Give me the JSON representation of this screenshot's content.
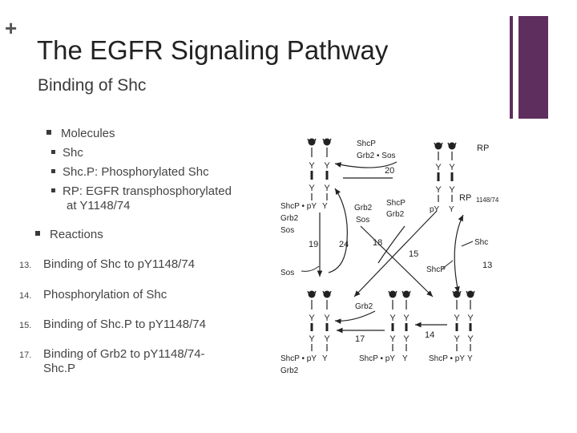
{
  "slide": {
    "plus_glyph": "+",
    "title": "The EGFR Signaling Pathway",
    "subtitle": "Binding of Shc",
    "accent_color": "#5e2e5e"
  },
  "bullets": {
    "molecules": "Molecules",
    "molecule_items": [
      "Shc",
      "Shc.P: Phosphorylated Shc",
      "RP: EGFR transphosphorylated",
      "at Y1148/74"
    ],
    "reactions": "Reactions",
    "reaction_items": [
      {
        "number": "13.",
        "text": "Binding of Shc to pY1148/74"
      },
      {
        "number": "14.",
        "text": "Phosphorylation of Shc"
      },
      {
        "number": "15.",
        "text": "Binding of Shc.P to pY1148/74"
      },
      {
        "number": "17.",
        "text": "Binding of Grb2 to pY1148/74-",
        "text2": "Shc.P"
      }
    ]
  },
  "diagram": {
    "labels": {
      "shcp_top": "ShcP",
      "grb2_sos_top": "Grb2 • Sos",
      "r20": "20",
      "rp": "RP",
      "rp_site": "RP",
      "rp_site_sub": "1148/74",
      "py_right": "pY",
      "y_right": "Y",
      "left_complex_1": "ShcP • pY",
      "y_left": "Y",
      "left_complex_2": "Grb2",
      "left_complex_3": "Sos",
      "grb2_mid": "Grb2",
      "sos_mid": "Sos",
      "shcp_mid": "ShcP",
      "grb2_mid2": "Grb2",
      "r19": "19",
      "r24": "24",
      "r18": "18",
      "r15": "15",
      "shc": "Shc",
      "shcp_13": "ShcP",
      "r13": "13",
      "sos_left": "Sos",
      "grb2_low": "Grb2",
      "r17": "17",
      "r14": "14",
      "bottom_left_1": "ShcP • pY",
      "bottom_left_y": "Y",
      "bottom_left_2": "Grb2",
      "bottom_mid": "ShcP • pY",
      "bottom_mid_y": "Y",
      "bottom_right": "ShcP • pY",
      "bottom_right_y": "Y",
      "Y": "Y"
    }
  }
}
